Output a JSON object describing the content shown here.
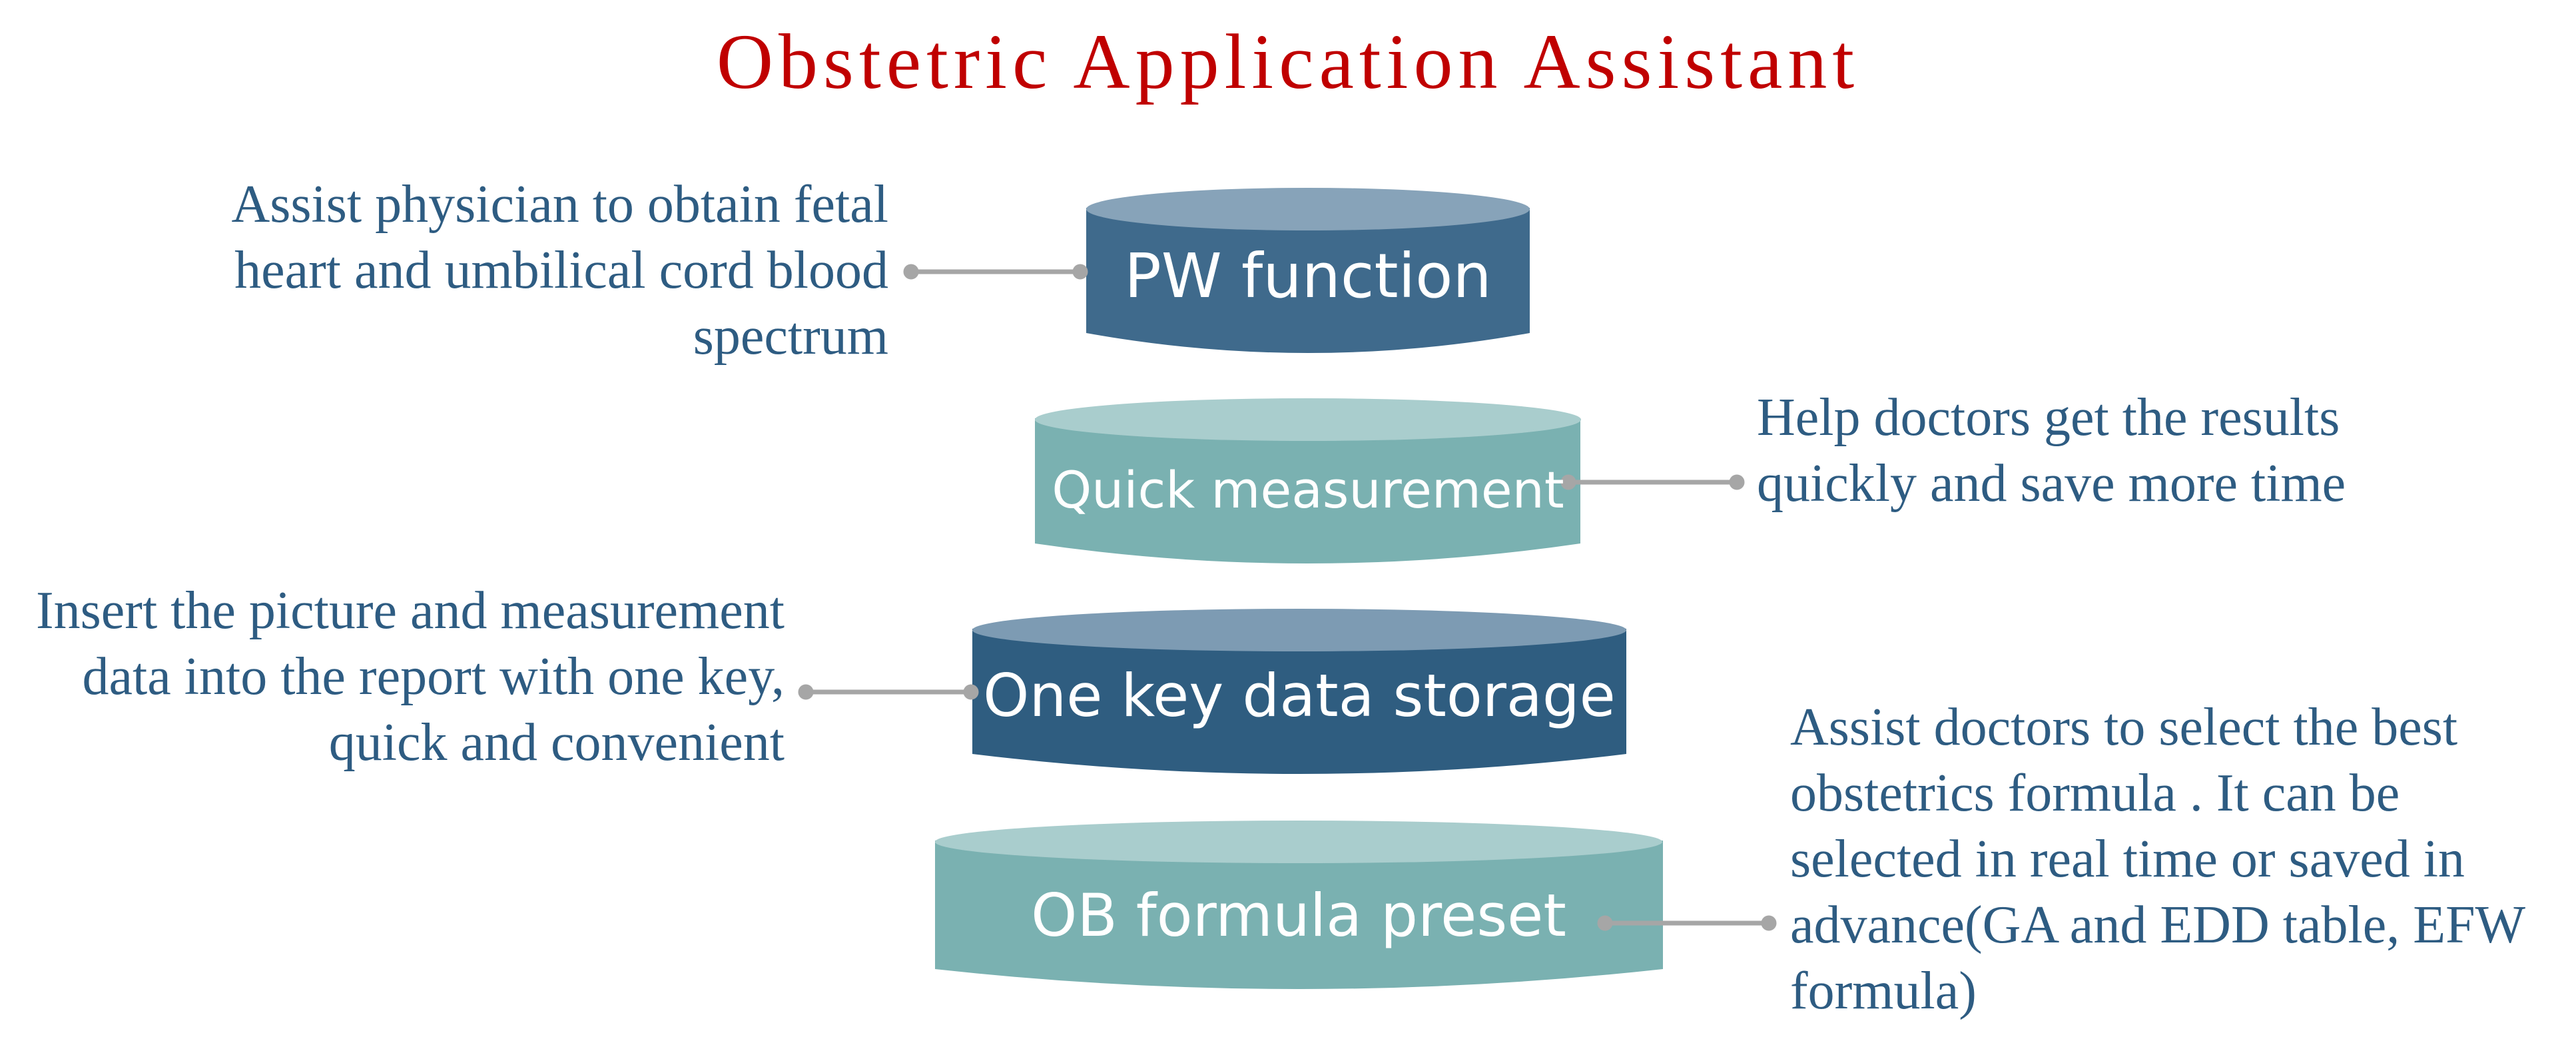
{
  "title": "Obstetric Application Assistant",
  "colors": {
    "title": "#c00000",
    "description_text": "#2e5c82",
    "connector": "#a6a6a6",
    "dark_blue_body": "#3f6a8c",
    "dark_blue_top": "#87a3b9",
    "teal_body": "#7ab1b1",
    "teal_top": "#a9cdcd"
  },
  "layers": [
    {
      "label": "PW function",
      "style": "dark-blue",
      "description_side": "left",
      "description_lines": [
        "Assist physician to obtain fetal",
        "heart and umbilical cord blood",
        "spectrum"
      ]
    },
    {
      "label": "Quick measurement",
      "style": "teal",
      "description_side": "right",
      "description_lines": [
        "Help doctors get the results",
        "quickly and save more time"
      ]
    },
    {
      "label": "One key data storage",
      "style": "dark-blue",
      "description_side": "left",
      "description_lines": [
        "Insert the picture and measurement",
        "data into the report with one key,",
        "quick and convenient"
      ]
    },
    {
      "label": "OB formula preset",
      "style": "teal",
      "description_side": "right",
      "description_lines": [
        "Assist doctors to select the best",
        "obstetrics formula . It can be",
        "selected in real time or saved in",
        "advance(GA and EDD table, EFW",
        "formula)"
      ]
    }
  ]
}
